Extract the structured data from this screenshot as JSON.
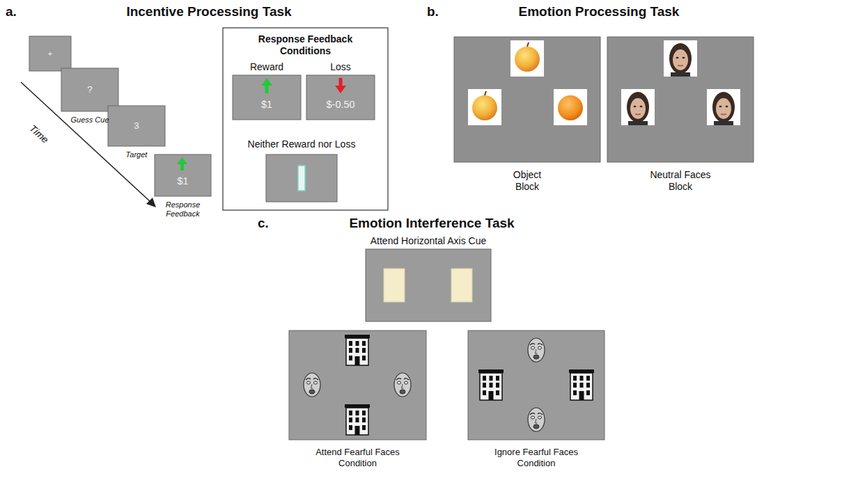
{
  "diagram": {
    "nodes": [
      {
        "text": [
          "+"
        ]
      },
      {
        "text": [
          "?",
          "Guess Cue"
        ]
      },
      {
        "text": [
          "3",
          "Target"
        ]
      },
      {
        "text": [
          "$1",
          "Response Feedback"
        ]
      },
      {
        "text": [
          "Response Feedback Conditions"
        ]
      },
      {
        "text": [
          "Reward",
          "$1"
        ],
        "in": 4
      },
      {
        "text": [
          "Loss",
          "$-0.50"
        ],
        "in": 4
      },
      {
        "text": [
          "Neither Reward nor Loss"
        ],
        "in": 4
      },
      {
        "text": [
          "Object Block"
        ]
      },
      {
        "text": [
          "Neutral Faces Block"
        ]
      },
      {
        "text": [
          "Attend Horizontal Axis Cue"
        ]
      },
      {
        "text": [
          "Attend Fearful Faces Condition"
        ]
      },
      {
        "text": [
          "Ignore Fearful Faces Condition"
        ]
      }
    ],
    "labels": [
      "a.",
      "Incentive Processing Task",
      "Time",
      "b.",
      "Emotion Processing Task",
      "c.",
      "Emotion Interference Task"
    ]
  }
}
